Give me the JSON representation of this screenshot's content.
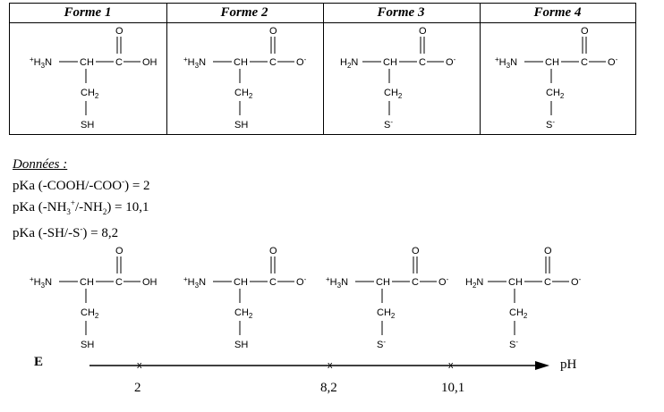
{
  "table": {
    "headers": [
      "Forme 1",
      "Forme 2",
      "Forme 3",
      "Forme 4"
    ],
    "forms": [
      {
        "n_term": "+H3N",
        "c_end": "OH",
        "side": "SH"
      },
      {
        "n_term": "+H3N",
        "c_end": "O-",
        "side": "SH"
      },
      {
        "n_term": "H2N",
        "c_end": "O-",
        "side": "S-"
      },
      {
        "n_term": "+H3N",
        "c_end": "O-",
        "side": "S-"
      }
    ]
  },
  "chem": {
    "ch": "CH",
    "c": "C",
    "o": "O",
    "ch2": "CH2"
  },
  "donnees": {
    "title": "Données :",
    "line1": "pKa (-COOH/-COO-) = 2",
    "line2": "pKa (-NH3+/-NH2) = 10,1",
    "line3": "pKa (-SH/-S-) = 8,2"
  },
  "scale": {
    "left_label": "E",
    "axis_label": "pH",
    "tick_mark": "x",
    "ticks": [
      "2",
      "8,2",
      "10,1"
    ],
    "forms": [
      {
        "n_term": "+H3N",
        "c_end": "OH",
        "side": "SH"
      },
      {
        "n_term": "+H3N",
        "c_end": "O-",
        "side": "SH"
      },
      {
        "n_term": "+H3N",
        "c_end": "O-",
        "side": "S-"
      },
      {
        "n_term": "H2N",
        "c_end": "O-",
        "side": "S-"
      }
    ]
  }
}
